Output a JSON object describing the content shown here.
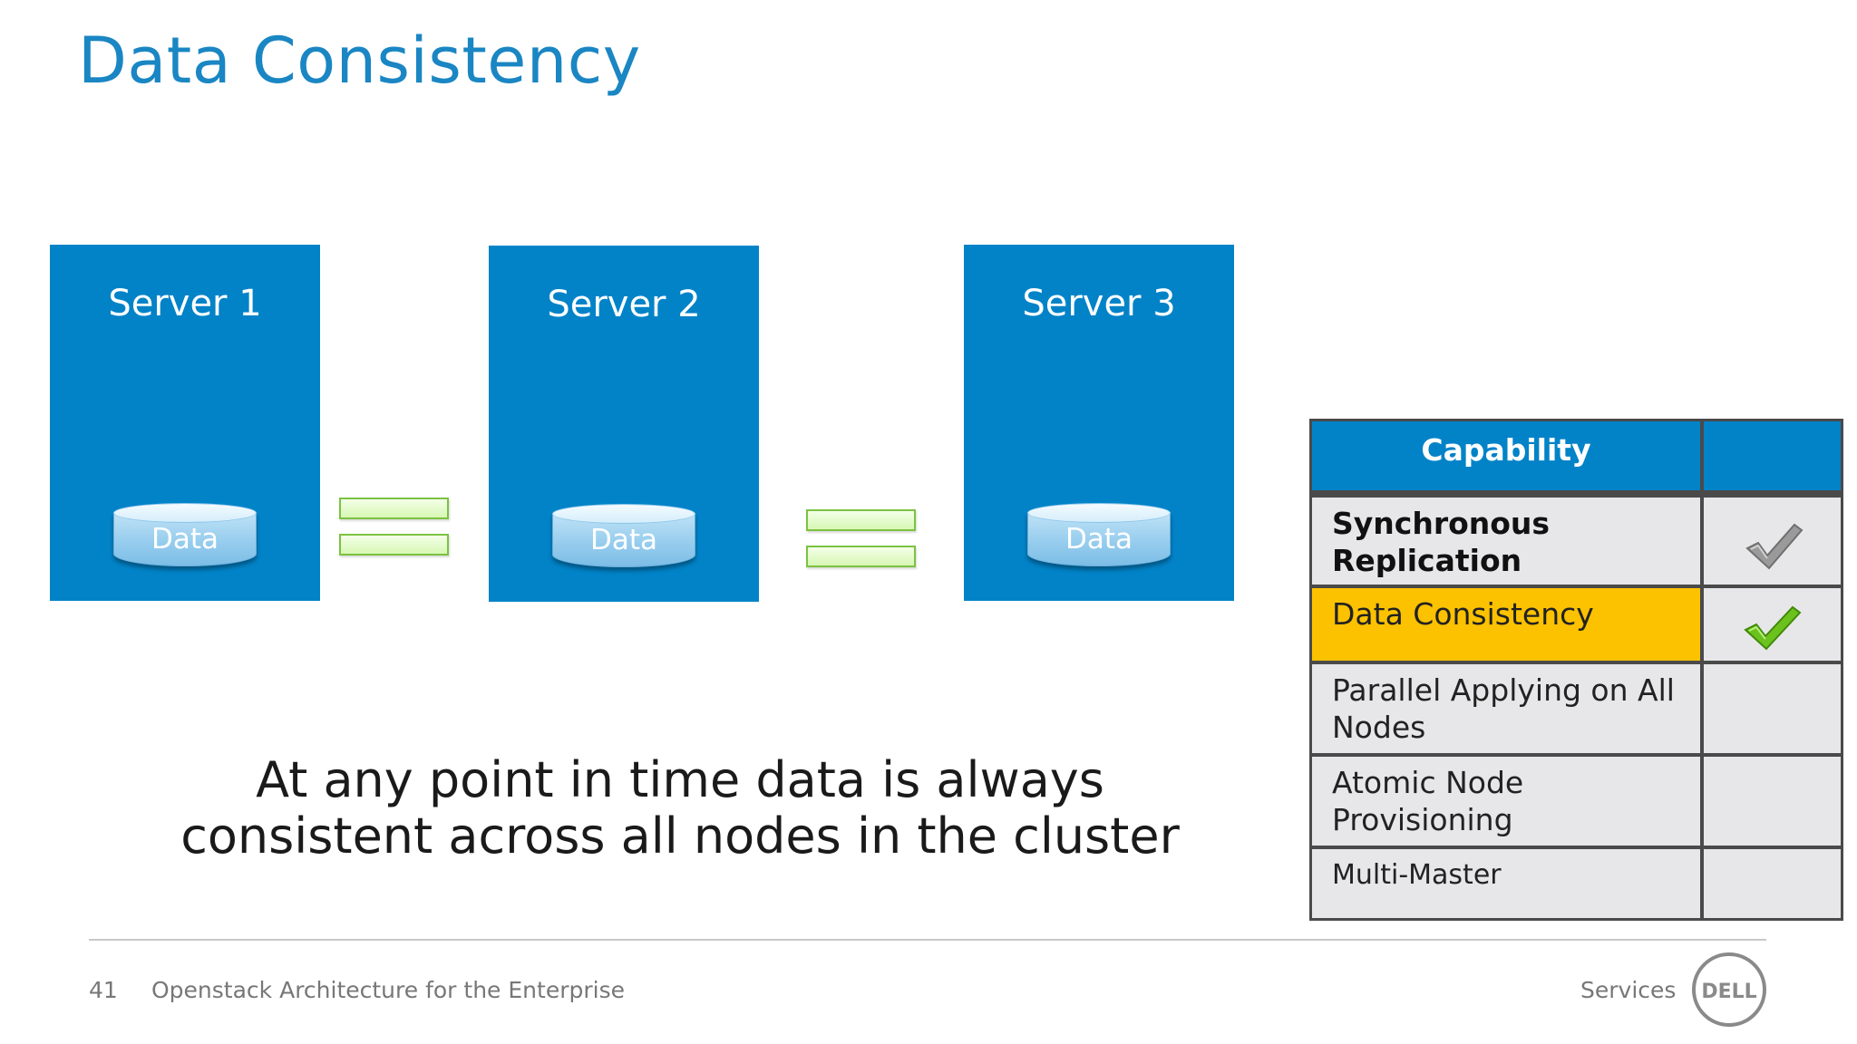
{
  "slide": {
    "title": "Data Consistency",
    "statement_line1": "At any point in time data is always",
    "statement_line2": "consistent across all nodes in the cluster"
  },
  "servers": [
    {
      "label": "Server 1",
      "store_label": "Data"
    },
    {
      "label": "Server 2",
      "store_label": "Data"
    },
    {
      "label": "Server 3",
      "store_label": "Data"
    }
  ],
  "capability_table": {
    "header": "Capability",
    "rows": [
      {
        "label_line1": "Synchronous",
        "label_line2": "Replication",
        "status": "checked-previous"
      },
      {
        "label_line1": "Data Consistency",
        "label_line2": "",
        "status": "checked-current",
        "highlight": true
      },
      {
        "label_line1": "Parallel Applying on All",
        "label_line2": "Nodes",
        "status": "none"
      },
      {
        "label_line1": "Atomic Node",
        "label_line2": "Provisioning",
        "status": "none"
      },
      {
        "label_line1": "Multi-Master",
        "label_line2": "",
        "status": "none"
      }
    ]
  },
  "footer": {
    "page_number": "41",
    "presentation_title": "Openstack Architecture for the Enterprise",
    "section": "Services",
    "logo_text": "DELL"
  },
  "colors": {
    "title": "#1a86c3",
    "server_fill": "#0283c8",
    "table_header": "#0283c8",
    "highlight_row": "#fcc200",
    "row_fill": "#e7e7e9",
    "equals_fill": "#d7f7b4",
    "equals_border": "#7cc242",
    "check_green": "#6cc21c",
    "check_gray": "#8a8a8a"
  }
}
